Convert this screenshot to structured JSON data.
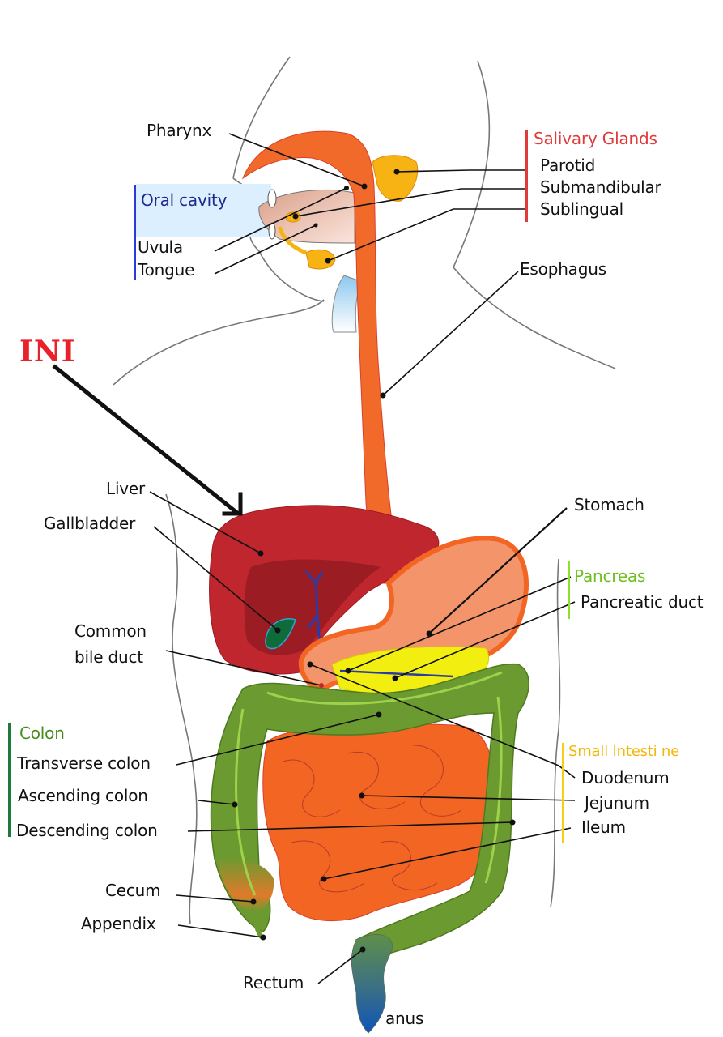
{
  "title_annotation": "INI",
  "colors": {
    "salivary": "#e03a3a",
    "oral_cavity": "#1c2a8c",
    "oral_cavity_band": "#dcefff",
    "pancreas": "#6cbf1c",
    "small_intestine": "#f5b60a",
    "colon": "#4a8c1c",
    "colon_bar": "#1f7a3a",
    "esophagus": "#f26a2a",
    "liver": "#c0262e",
    "stomach": "#f4946a",
    "intestine": "#f26522",
    "colon_fill": "#6b9a30"
  },
  "groups": {
    "salivary": {
      "title": "Salivary Glands",
      "items": [
        "Parotid",
        "Submandibular",
        "Sublingual"
      ]
    },
    "oral_cavity": {
      "title": "Oral cavity",
      "items": [
        "Uvula",
        "Tongue"
      ]
    },
    "pancreas": {
      "title": "Pancreas",
      "items": [
        "Pancreatic duct"
      ]
    },
    "small_intestine": {
      "title": "Small Intesti ne",
      "items": [
        "Duodenum",
        "Jejunum",
        "Ileum"
      ]
    },
    "colon": {
      "title": "Colon",
      "items": [
        "Transverse colon",
        "Ascending colon",
        "Descending colon"
      ]
    }
  },
  "labels": {
    "pharynx": "Pharynx",
    "esophagus": "Esophagus",
    "liver": "Liver",
    "gallbladder": "Gallbladder",
    "stomach": "Stomach",
    "common_bile_duct_line1": "Common",
    "common_bile_duct_line2": "bile duct",
    "cecum": "Cecum",
    "appendix": "Appendix",
    "rectum": "Rectum",
    "anus": "anus"
  }
}
